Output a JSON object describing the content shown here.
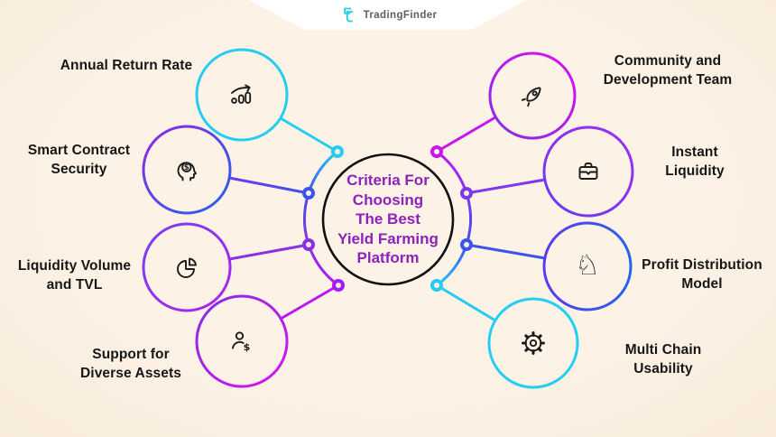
{
  "logo": {
    "brand": "TradingFinder"
  },
  "center": {
    "title": "Criteria For\nChoosing\nThe Best\nYield Farming\nPlatform"
  },
  "nodes": [
    {
      "id": "annual-return-rate",
      "label": "Annual Return Rate",
      "icon": "trend-chart-icon",
      "accent": "#26CDF2"
    },
    {
      "id": "smart-contract-security",
      "label": "Smart Contract\nSecurity",
      "icon": "head-dollar-icon",
      "accent": "#8C2FE4"
    },
    {
      "id": "liquidity-volume-tvl",
      "label": "Liquidity Volume\nand TVL",
      "icon": "pie-chart-icon",
      "accent": "#9330E8"
    },
    {
      "id": "support-diverse-assets",
      "label": "Support for\nDiverse Assets",
      "icon": "user-dollar-icon",
      "accent": "#C716F0"
    },
    {
      "id": "community-development-team",
      "label": "Community and\nDevelopment Team",
      "icon": "rocket-icon",
      "accent": "#C716F0"
    },
    {
      "id": "instant-liquidity",
      "label": "Instant\nLiquidity",
      "icon": "briefcase-icon",
      "accent": "#7E36EE"
    },
    {
      "id": "profit-distribution-model",
      "label": "Profit Distribution\nModel",
      "icon": "chess-knight-icon",
      "accent": "#3B55EC"
    },
    {
      "id": "multi-chain-usability",
      "label": "Multi Chain\nUsability",
      "icon": "gear-icon",
      "accent": "#26CDF2"
    }
  ],
  "icons": {
    "chess_knight_glyph": "♘"
  },
  "colors": {
    "background": "#FBF0E2",
    "banner": "#FFFFFF",
    "accent_cyan": "#26CDF2",
    "accent_blue": "#3B55EC",
    "accent_purple": "#8C2FE4",
    "accent_magenta": "#C716F0",
    "center_text": "#8E22BB",
    "label_text": "#161616",
    "outline_black": "#111111",
    "brand_text": "#5C6066",
    "logo_cyan": "#21CFE0"
  }
}
